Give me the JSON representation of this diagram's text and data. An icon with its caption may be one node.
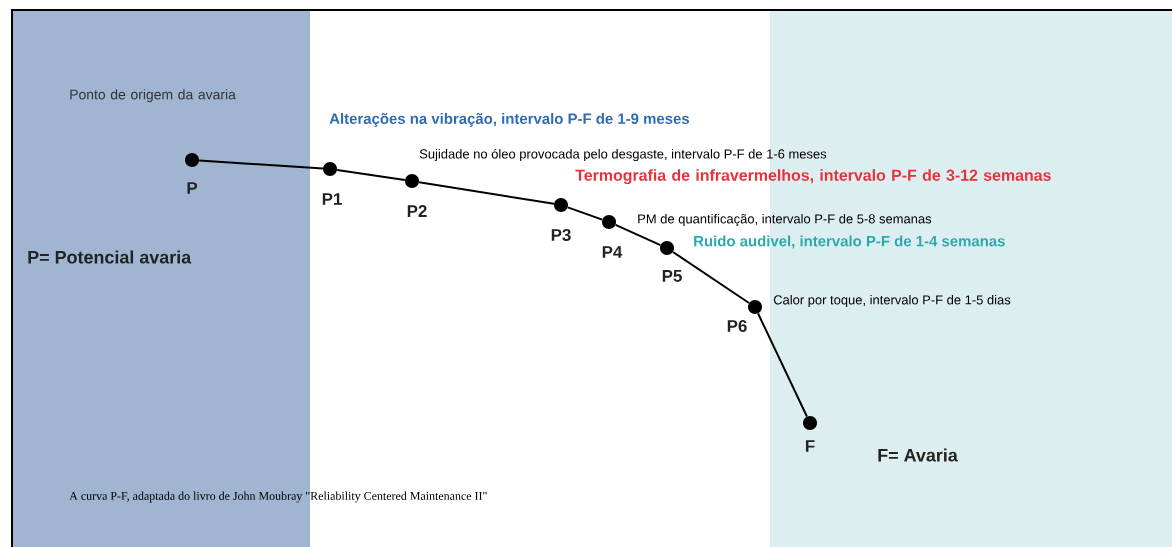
{
  "diagram": {
    "caption": "A curva P-F, adaptada do livro de John Moubray \"Reliability Centered Maintenance II\"",
    "nodes": [
      {
        "text": [],
        "shape": "circle",
        "beside": [
          "P"
        ]
      },
      {
        "text": [],
        "shape": "circle",
        "beside": [
          "P1"
        ]
      },
      {
        "text": [],
        "shape": "circle",
        "beside": [
          "P2"
        ]
      },
      {
        "text": [],
        "shape": "circle",
        "beside": [
          "P3"
        ]
      },
      {
        "text": [],
        "shape": "circle",
        "beside": [
          "P4"
        ]
      },
      {
        "text": [],
        "shape": "circle",
        "beside": [
          "P5"
        ]
      },
      {
        "text": [],
        "shape": "circle",
        "beside": [
          "P6"
        ]
      },
      {
        "text": [],
        "shape": "circle",
        "beside": [
          "F"
        ]
      }
    ],
    "edges": [
      {
        "from": 0,
        "to": 1,
        "arrow": "none"
      },
      {
        "from": 1,
        "to": 2,
        "arrow": "none"
      },
      {
        "from": 2,
        "to": 3,
        "arrow": "none"
      },
      {
        "from": 3,
        "to": 4,
        "arrow": "none"
      },
      {
        "from": 4,
        "to": 5,
        "arrow": "none"
      },
      {
        "from": 5,
        "to": 6,
        "arrow": "none"
      },
      {
        "from": 6,
        "to": 7,
        "arrow": "none"
      }
    ],
    "labels": [
      "Ponto de origem da avaria",
      "Alterações na vibração, intervalo P-F de 1-9 meses",
      "Sujidade no óleo provocada pelo desgaste, intervalo P-F de 1-6 meses",
      "Termografia de infravermelhos, intervalo P-F de 3-12 semanas",
      "PM de quantificação, intervalo P-F de 5-8 semanas",
      "Ruido audivel, intervalo P-F de 1-4 semanas",
      "Calor por toque, intervalo P-F de 1-5 dias",
      "P= Potencial avaria",
      "F= Avaria"
    ]
  }
}
